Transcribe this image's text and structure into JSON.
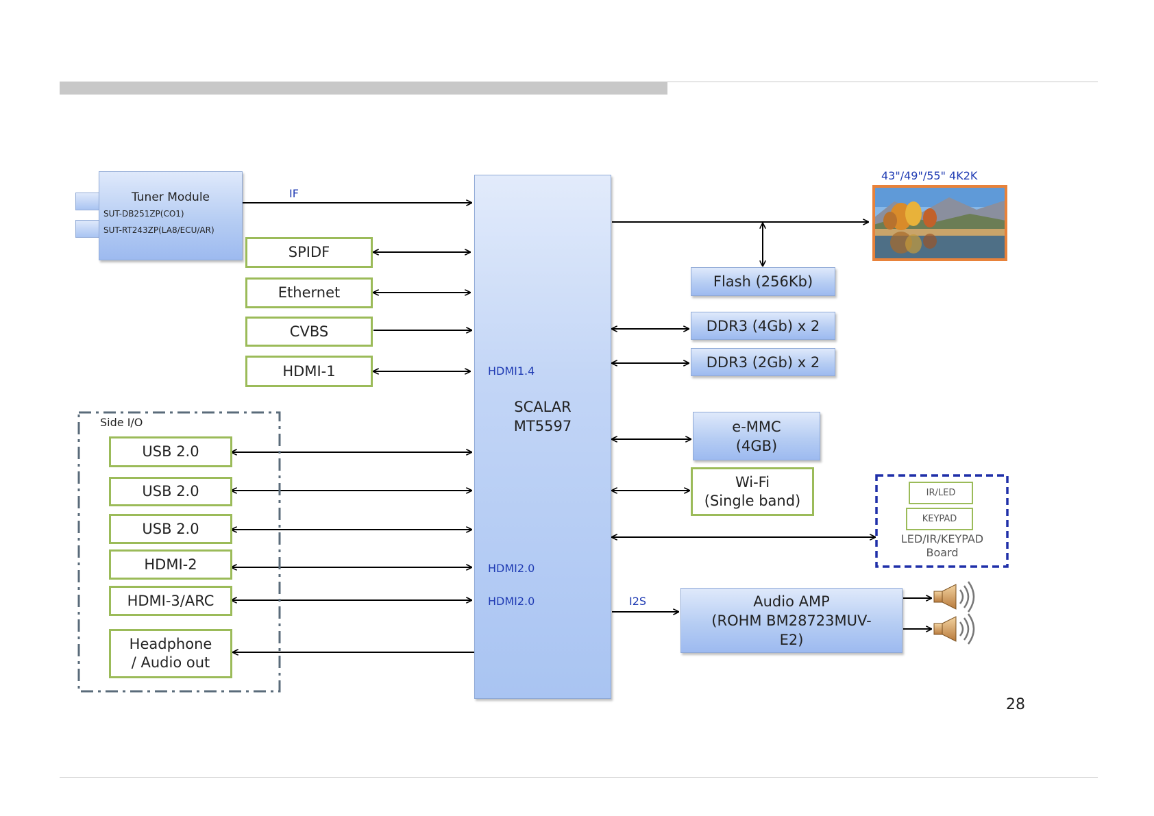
{
  "tuner": {
    "title": "Tuner Module",
    "model_1": "SUT-DB251ZP(CO1)",
    "model_2": "SUT-RT243ZP(LA8/ECU/AR)"
  },
  "signals": {
    "if_label": "IF",
    "hdmi14_label": "HDMI1.4",
    "hdmi20_label_1": "HDMI2.0",
    "hdmi20_label_2": "HDMI2.0",
    "i2s_label": "I2S"
  },
  "inputs": {
    "spidf": "SPIDF",
    "ethernet": "Ethernet",
    "cvbs": "CVBS",
    "hdmi1": "HDMI-1"
  },
  "side_io": {
    "title": "Side I/O",
    "usb_1": "USB 2.0",
    "usb_2": "USB 2.0",
    "usb_3": "USB 2.0",
    "hdmi2": "HDMI-2",
    "hdmi3": "HDMI-3/ARC",
    "headphone": "Headphone\n/ Audio out"
  },
  "scalar": {
    "line1": "SCALAR",
    "line2": "MT5597"
  },
  "panel": {
    "label": "43\"/49\"/55\"  4K2K"
  },
  "memory": {
    "flash": "Flash (256Kb)",
    "ddr3_a": "DDR3 (4Gb) x 2",
    "ddr3_b": "DDR3 (2Gb) x 2",
    "emmc": "e-MMC\n(4GB)"
  },
  "wifi": "Wi-Fi\n(Single band)",
  "led_board": {
    "ir_led": "IR/LED",
    "keypad": "KEYPAD",
    "label": "LED/IR/KEYPAD\nBoard"
  },
  "audio_amp": "Audio  AMP\n(ROHM BM28723MUV-\nE2)",
  "page_number": "28",
  "colors": {
    "scalar_fill": "#a9c4f2",
    "green_border": "#9bbb59",
    "label_blue": "#1f3bb3",
    "panel_border": "#e8823a",
    "dashed_blue": "#1f2fa8"
  }
}
